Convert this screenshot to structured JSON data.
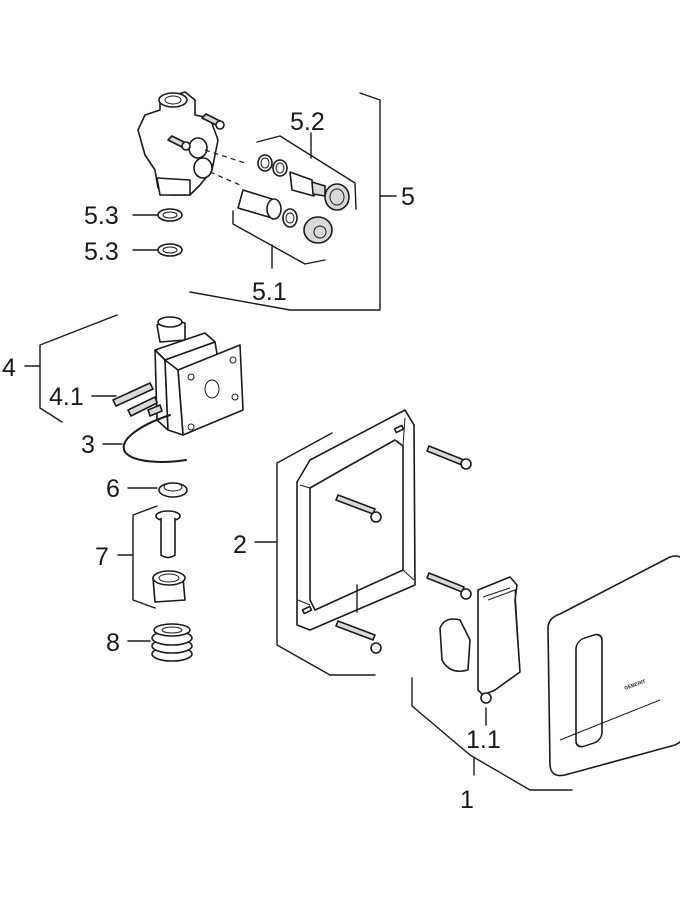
{
  "diagram": {
    "type": "exploded-parts-view",
    "labels": {
      "p1": "1",
      "p1_1": "1.1",
      "p2": "2",
      "p3": "3",
      "p4": "4",
      "p4_1": "4.1",
      "p5": "5",
      "p5_1": "5.1",
      "p5_2": "5.2",
      "p5_3a": "5.3",
      "p5_3b": "5.3",
      "p6": "6",
      "p7": "7",
      "p8": "8"
    },
    "brand_mark": "GEBERIT"
  }
}
